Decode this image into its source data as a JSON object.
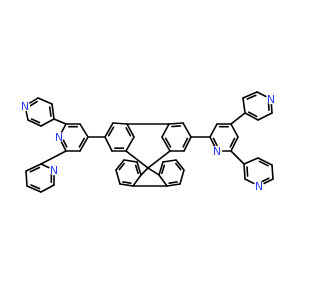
{
  "molecule": {
    "atom_symbol_nitrogen": "N",
    "colors": {
      "bond": "#000000",
      "nitrogen": "#2b3ff2",
      "background": "#ffffff"
    },
    "pyridine_rings": 6,
    "atoms_labeled": [
      "N",
      "N",
      "N",
      "N",
      "N",
      "N"
    ]
  }
}
